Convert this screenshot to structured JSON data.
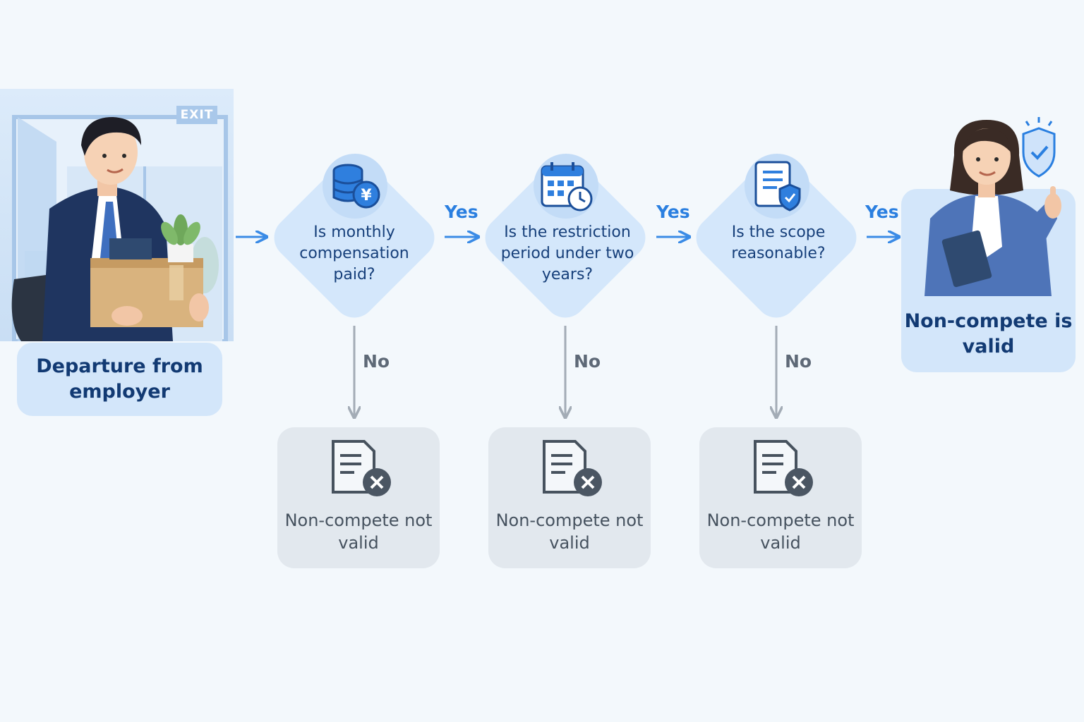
{
  "start": {
    "exit_sign": "EXIT",
    "label": "Departure from employer"
  },
  "decisions": [
    {
      "question": "Is monthly compensation paid?",
      "icon": "coins-yen-icon",
      "yes": "Yes",
      "no": "No"
    },
    {
      "question": "Is the restriction period under two years?",
      "icon": "calendar-clock-icon",
      "yes": "Yes",
      "no": "No"
    },
    {
      "question": "Is the scope reasonable?",
      "icon": "document-shield-icon",
      "yes": "Yes",
      "no": "No"
    }
  ],
  "outcomes": {
    "invalid": [
      "Non-compete not valid",
      "Non-compete not valid",
      "Non-compete not valid"
    ],
    "valid": "Non-compete is valid"
  },
  "colors": {
    "accent": "#2a7fe0",
    "title_text": "#123a73",
    "box_fill": "#d3e6fa",
    "fail_fill": "#e2e8ee",
    "gray_arrow": "#a3acb6"
  }
}
